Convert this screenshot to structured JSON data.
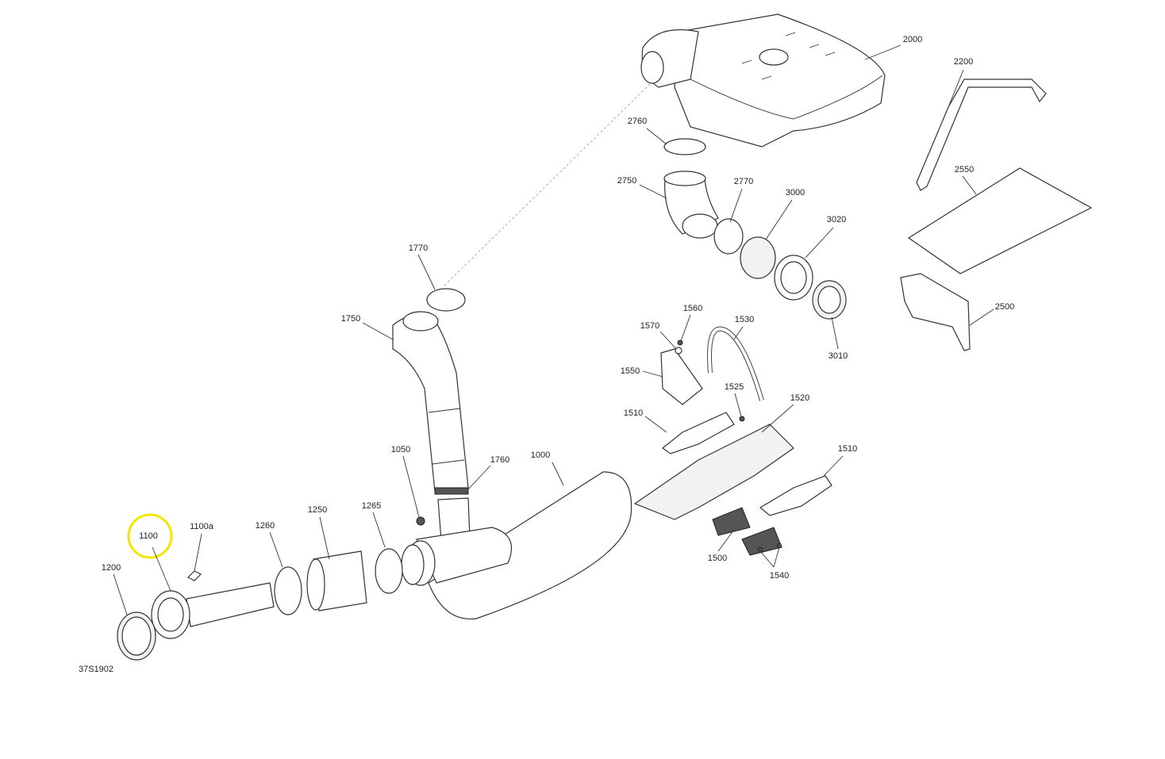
{
  "diagram_id": "37S1902",
  "highlight_color": "#f2e600",
  "highlighted_part": "1100",
  "parts": {
    "p2000": "2000",
    "p2200": "2200",
    "p2760": "2760",
    "p2750": "2750",
    "p2770": "2770",
    "p3000": "3000",
    "p3020": "3020",
    "p2550": "2550",
    "p2500": "2500",
    "p3010": "3010",
    "p1770": "1770",
    "p1750": "1750",
    "p1560": "1560",
    "p1570": "1570",
    "p1530": "1530",
    "p1550": "1550",
    "p1525": "1525",
    "p1520": "1520",
    "p1510a": "1510",
    "p1510b": "1510",
    "p1050": "1050",
    "p1760": "1760",
    "p1000": "1000",
    "p1250": "1250",
    "p1265": "1265",
    "p1260": "1260",
    "p1100": "1100",
    "p1100a": "1100a",
    "p1200": "1200",
    "p1500": "1500",
    "p1540": "1540"
  }
}
